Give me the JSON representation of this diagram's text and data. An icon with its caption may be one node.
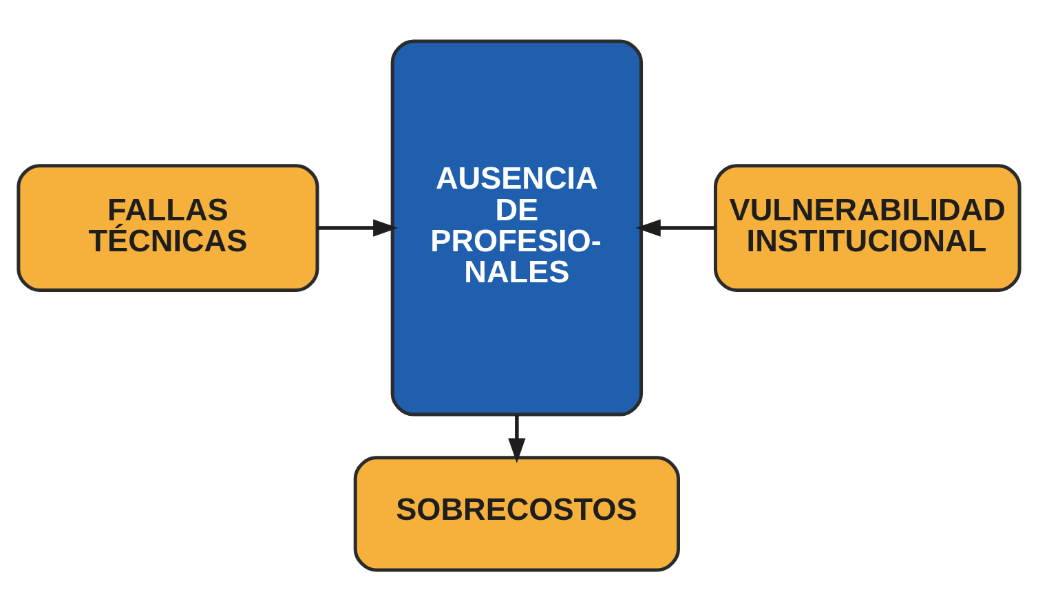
{
  "diagram": {
    "nodes": [
      {
        "text": [
          "FALLAS TÉCNICAS"
        ]
      },
      {
        "text": [
          "AUSENCIA DE PROFESIO- NALES"
        ]
      },
      {
        "text": [
          "VULNERABILIDAD INSTITUCIONAL"
        ]
      },
      {
        "text": [
          "SOBRECOSTOS"
        ]
      }
    ],
    "edges": [
      {
        "from": 0,
        "to": 1,
        "arrow": "to"
      },
      {
        "from": 2,
        "to": 1,
        "arrow": "to"
      },
      {
        "from": 1,
        "to": 3,
        "arrow": "to"
      }
    ]
  }
}
